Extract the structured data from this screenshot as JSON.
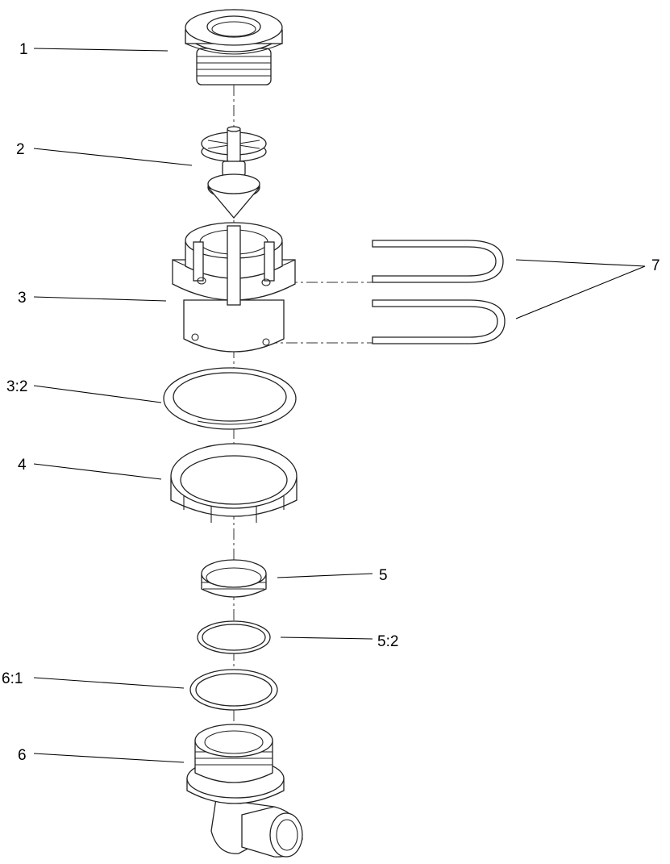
{
  "callouts": [
    {
      "id": "1",
      "label": "1"
    },
    {
      "id": "2",
      "label": "2"
    },
    {
      "id": "3",
      "label": "3"
    },
    {
      "id": "7",
      "label": "7"
    },
    {
      "id": "3-2",
      "label": "3:2"
    },
    {
      "id": "4",
      "label": "4"
    },
    {
      "id": "5",
      "label": "5"
    },
    {
      "id": "5-2",
      "label": "5:2"
    },
    {
      "id": "6-1",
      "label": "6:1"
    },
    {
      "id": "6",
      "label": "6"
    }
  ]
}
